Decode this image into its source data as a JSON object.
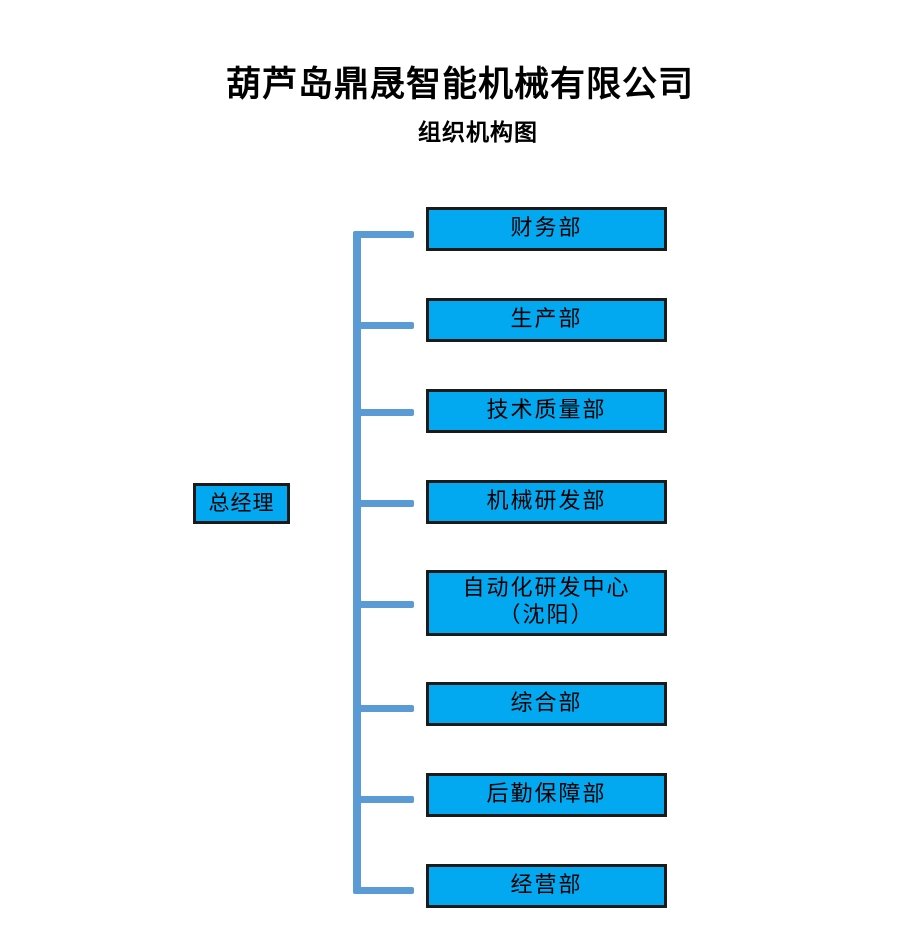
{
  "document": {
    "title": "葫芦岛鼎晟智能机械有限公司",
    "subtitle": "组织机构图"
  },
  "chart_data": {
    "type": "diagram",
    "diagram_kind": "organization-chart",
    "orientation": "vertical-trunk-right-branches",
    "title": "葫芦岛鼎晟智能机械有限公司",
    "subtitle": "组织机构图",
    "colors": {
      "node_fill": "#03A9F0",
      "node_border": "#1A1A1A",
      "connector": "#5B9BD5",
      "text": "#000000",
      "background": "#FFFFFF"
    },
    "root": {
      "id": "general-manager",
      "label": "总经理"
    },
    "departments": [
      {
        "id": "finance",
        "label": "财务部",
        "lines": [
          "财务部"
        ]
      },
      {
        "id": "production",
        "label": "生产部",
        "lines": [
          "生产部"
        ]
      },
      {
        "id": "tech-quality",
        "label": "技术质量部",
        "lines": [
          "技术质量部"
        ]
      },
      {
        "id": "mech-rnd",
        "label": "机械研发部",
        "lines": [
          "机械研发部"
        ]
      },
      {
        "id": "automation-rnd",
        "label": "自动化研发中心（沈阳）",
        "lines": [
          "自动化研发中心",
          "（沈阳）"
        ]
      },
      {
        "id": "general-affairs",
        "label": "综合部",
        "lines": [
          "综合部"
        ]
      },
      {
        "id": "logistics",
        "label": "后勤保障部",
        "lines": [
          "后勤保障部"
        ]
      },
      {
        "id": "operations",
        "label": "经营部",
        "lines": [
          "经营部"
        ]
      }
    ],
    "node_count": 9,
    "branch_count": 8
  },
  "nodes": {
    "root": {
      "label": "总经理"
    },
    "dept0": {
      "label": "财务部"
    },
    "dept1": {
      "label": "生产部"
    },
    "dept2": {
      "label": "技术质量部"
    },
    "dept3": {
      "label": "机械研发部"
    },
    "dept4": {
      "label": "自动化研发中心\n（沈阳）"
    },
    "dept5": {
      "label": "综合部"
    },
    "dept6": {
      "label": "后勤保障部"
    },
    "dept7": {
      "label": "经营部"
    }
  }
}
